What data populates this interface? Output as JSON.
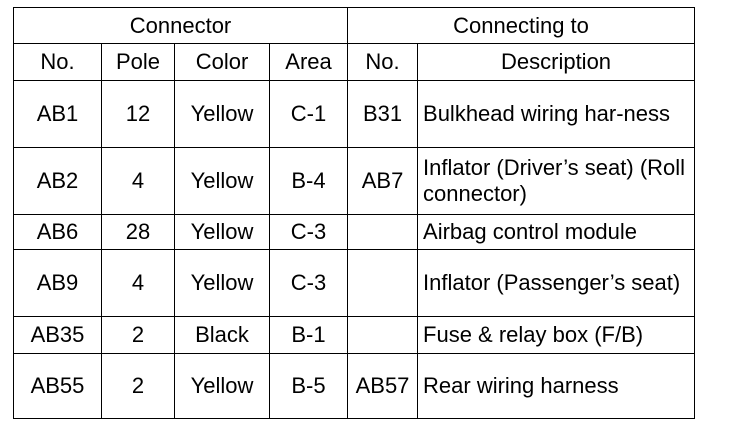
{
  "table": {
    "group_headers": [
      "Connector",
      "Connecting to"
    ],
    "column_headers": [
      "No.",
      "Pole",
      "Color",
      "Area",
      "No.",
      "Description"
    ],
    "rows": [
      {
        "no": "AB1",
        "pole": "12",
        "color": "Yellow",
        "area": "C-1",
        "to_no": "B31",
        "description": "Bulkhead wiring har-ness"
      },
      {
        "no": "AB2",
        "pole": "4",
        "color": "Yellow",
        "area": "B-4",
        "to_no": "AB7",
        "description": "Inflator (Driver’s seat) (Roll connector)"
      },
      {
        "no": "AB6",
        "pole": "28",
        "color": "Yellow",
        "area": "C-3",
        "to_no": "",
        "description": "Airbag control module"
      },
      {
        "no": "AB9",
        "pole": "4",
        "color": "Yellow",
        "area": "C-3",
        "to_no": "",
        "description": "Inflator (Passenger’s seat)"
      },
      {
        "no": "AB35",
        "pole": "2",
        "color": "Black",
        "area": "B-1",
        "to_no": "",
        "description": "Fuse & relay box (F/B)"
      },
      {
        "no": "AB55",
        "pole": "2",
        "color": "Yellow",
        "area": "B-5",
        "to_no": "AB57",
        "description": "Rear wiring harness"
      }
    ]
  }
}
